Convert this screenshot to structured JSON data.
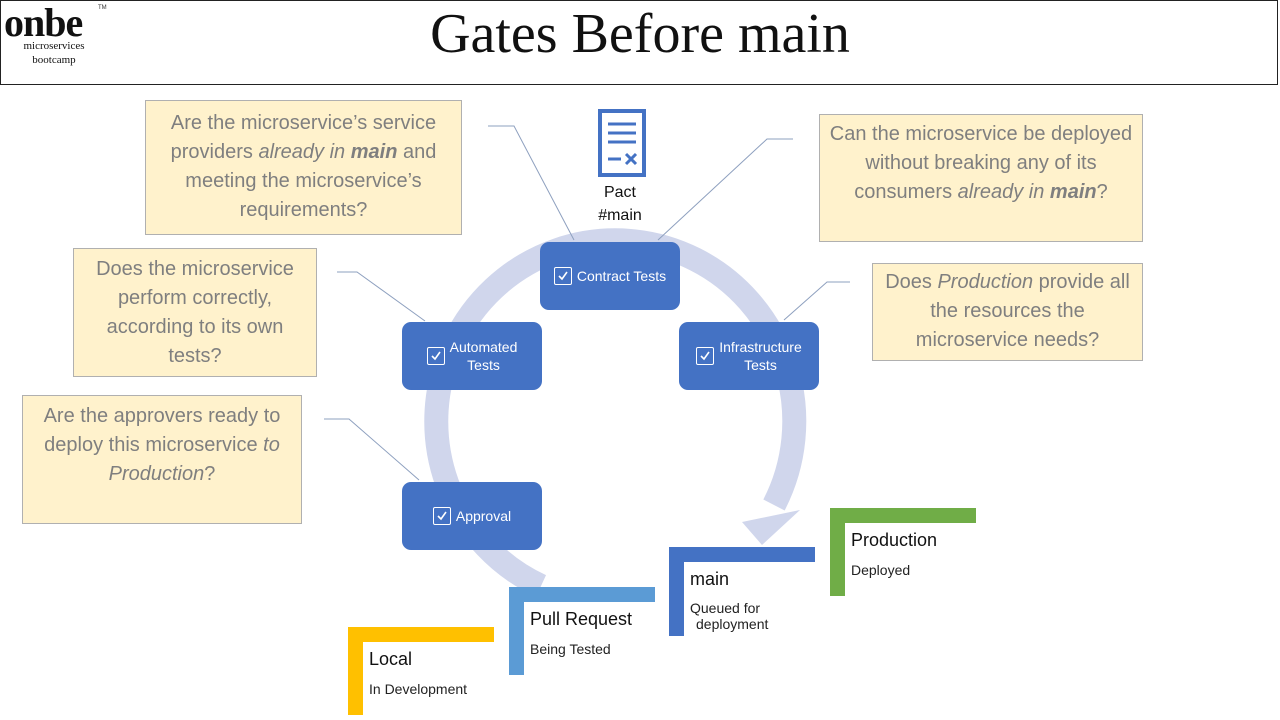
{
  "logo": {
    "word": "onbe",
    "tm": "TM",
    "line1": "microservices",
    "line2": "bootcamp"
  },
  "title": "Gates Before main",
  "pact": {
    "line1": "Pact",
    "line2": "#main",
    "icon": "contract-document-icon"
  },
  "notes": {
    "providers": {
      "p1": "Are the microservice’s service providers ",
      "em": "already in ",
      "strong": "main",
      "p2": " and meeting the microservice’s requirements?"
    },
    "consumers": {
      "p1": "Can the microservice be deployed without breaking any of its consumers ",
      "em": "already in ",
      "strong": "main",
      "p2": "?"
    },
    "own_tests": {
      "text": "Does the microservice perform correctly, according to its own tests?"
    },
    "production": {
      "p1": "Does ",
      "em": "Production",
      "p2": " provide all the resources the microservice needs?"
    },
    "approvers": {
      "p1": "Are the approvers ready to deploy this microservice ",
      "em": "to Production",
      "p2": "?"
    }
  },
  "gates": {
    "contract": "Contract Tests",
    "automated_1": "Automated",
    "automated_2": "Tests",
    "infrastructure_1": "Infrastructure",
    "infrastructure_2": "Tests",
    "approval": "Approval"
  },
  "stages": {
    "local": {
      "title": "Local",
      "status": "In Development",
      "color": "#ffc000"
    },
    "pull_request": {
      "title": "Pull Request",
      "status": "Being Tested",
      "color": "#5b9bd5"
    },
    "main": {
      "title": "main",
      "status_1": "Queued for",
      "status_2": "deployment",
      "color": "#4472c4"
    },
    "production": {
      "title": "Production",
      "status": "Deployed",
      "color": "#70ad47"
    }
  },
  "colors": {
    "gate": "#4472c4",
    "note_fill": "#fff2cc",
    "cycle_arrow": "#d0d6ec"
  }
}
